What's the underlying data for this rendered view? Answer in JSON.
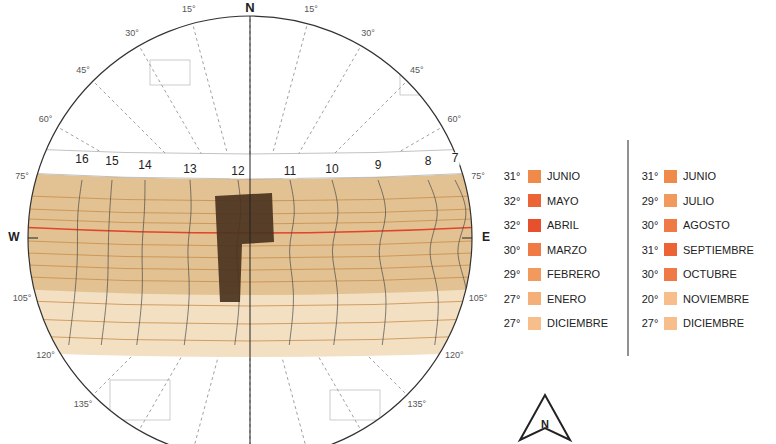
{
  "diagram": {
    "labels": [
      "N",
      "W",
      "E",
      "16",
      "15",
      "14",
      "13",
      "12",
      "11",
      "10",
      "9",
      "8",
      "7",
      "15°",
      "15°",
      "30°",
      "30°",
      "45°",
      "45°",
      "60°",
      "60°",
      "75°",
      "75°",
      "105°",
      "105°",
      "120°",
      "120°",
      "135°",
      "135°",
      "31°",
      "32°",
      "32°",
      "30°",
      "29°",
      "27°",
      "27°",
      "31°",
      "29°",
      "30°",
      "31°",
      "30°",
      "20°",
      "27°",
      "N"
    ],
    "legend": [
      {
        "text": "JUNIO",
        "color": "#f08a4b"
      },
      {
        "text": "MAYO",
        "color": "#ec6436"
      },
      {
        "text": "ABRIL",
        "color": "#e6502c"
      },
      {
        "text": "MARZO",
        "color": "#f07a45"
      },
      {
        "text": "FEBRERO",
        "color": "#f29a5e"
      },
      {
        "text": "ENERO",
        "color": "#f5b07a"
      },
      {
        "text": "DICIEMBRE",
        "color": "#f7be8c"
      },
      {
        "text": "JUNIO",
        "color": "#f08a4b"
      },
      {
        "text": "JULIO",
        "color": "#f29a5e"
      },
      {
        "text": "AGOSTO",
        "color": "#f07a45"
      },
      {
        "text": "SEPTIEMBRE",
        "color": "#ec6436"
      },
      {
        "text": "OCTUBRE",
        "color": "#f07a45"
      },
      {
        "text": "NOVIEMBRE",
        "color": "#f7be8c"
      },
      {
        "text": "DICIEMBRE",
        "color": "#f7be8c"
      }
    ]
  }
}
